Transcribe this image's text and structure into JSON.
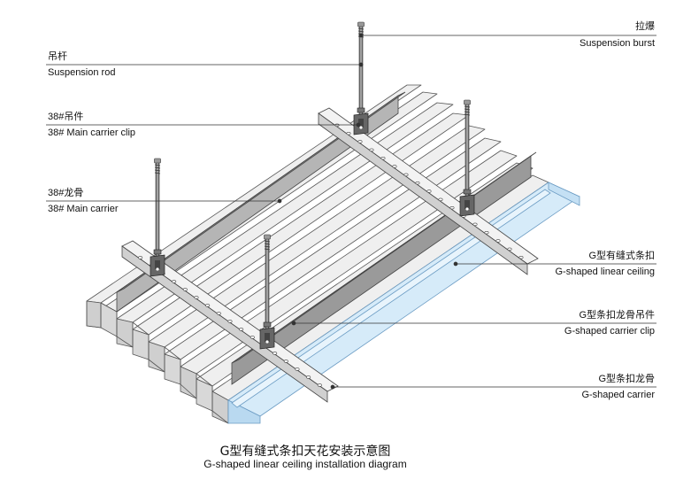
{
  "labels": {
    "suspension_burst": {
      "cn": "拉爆",
      "en": "Suspension burst"
    },
    "suspension_rod": {
      "cn": "吊杆",
      "en": "Suspension rod"
    },
    "main_carrier_clip": {
      "cn": "38#吊件",
      "en": "38#  Main carrier clip"
    },
    "main_carrier": {
      "cn": "38#龙骨",
      "en": "38#  Main carrier"
    },
    "g_linear_ceiling": {
      "cn": "G型有缝式条扣",
      "en": "G-shaped linear ceiling"
    },
    "g_carrier_clip": {
      "cn": "G型条扣龙骨吊件",
      "en": "G-shaped carrier clip"
    },
    "g_carrier": {
      "cn": "G型条扣龙骨",
      "en": "G-shaped carrier"
    }
  },
  "title": {
    "cn": "G型有缝式条扣天花安装示意图",
    "en": "G-shaped linear ceiling installation diagram"
  },
  "colors": {
    "panel_fill": "#ececec",
    "panel_shade": "#c9c9c9",
    "panel_stroke": "#555555",
    "carrier_fill": "#a8a8a8",
    "blue_panel": "#cfe6f7",
    "blue_stroke": "#6a9bc3",
    "leader": "#333333"
  }
}
